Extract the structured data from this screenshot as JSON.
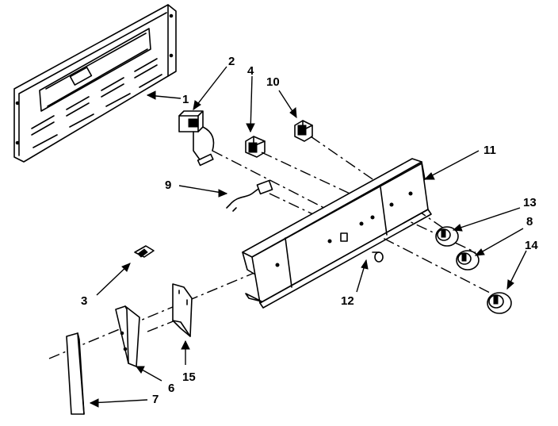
{
  "diagram": {
    "callouts": [
      {
        "id": "1",
        "label": "1"
      },
      {
        "id": "2",
        "label": "2"
      },
      {
        "id": "3",
        "label": "3"
      },
      {
        "id": "4",
        "label": "4"
      },
      {
        "id": "6",
        "label": "6"
      },
      {
        "id": "7",
        "label": "7"
      },
      {
        "id": "8",
        "label": "8"
      },
      {
        "id": "9",
        "label": "9"
      },
      {
        "id": "10",
        "label": "10"
      },
      {
        "id": "11",
        "label": "11"
      },
      {
        "id": "12",
        "label": "12"
      },
      {
        "id": "13",
        "label": "13"
      },
      {
        "id": "14",
        "label": "14"
      },
      {
        "id": "15",
        "label": "15"
      }
    ]
  }
}
